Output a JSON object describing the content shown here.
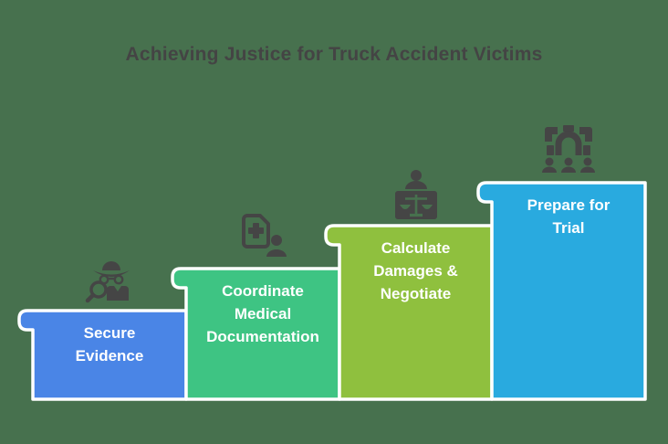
{
  "title": "Achieving Justice for Truck Accident Victims",
  "title_color": "#444444",
  "background_color": "#47714E",
  "border_color": "#FFFFFF",
  "icon_color": "#454545",
  "steps": [
    {
      "label": "Secure\nEvidence",
      "color": "#4A85E6",
      "icon": "detective-magnifier-icon"
    },
    {
      "label": "Coordinate\nMedical\nDocumentation",
      "color": "#3EC483",
      "icon": "medical-document-person-icon"
    },
    {
      "label": "Calculate\nDamages &\nNegotiate",
      "color": "#8FC03E",
      "icon": "scales-person-icon"
    },
    {
      "label": "Prepare for\nTrial",
      "color": "#29AADF",
      "icon": "courtroom-people-icon"
    }
  ]
}
